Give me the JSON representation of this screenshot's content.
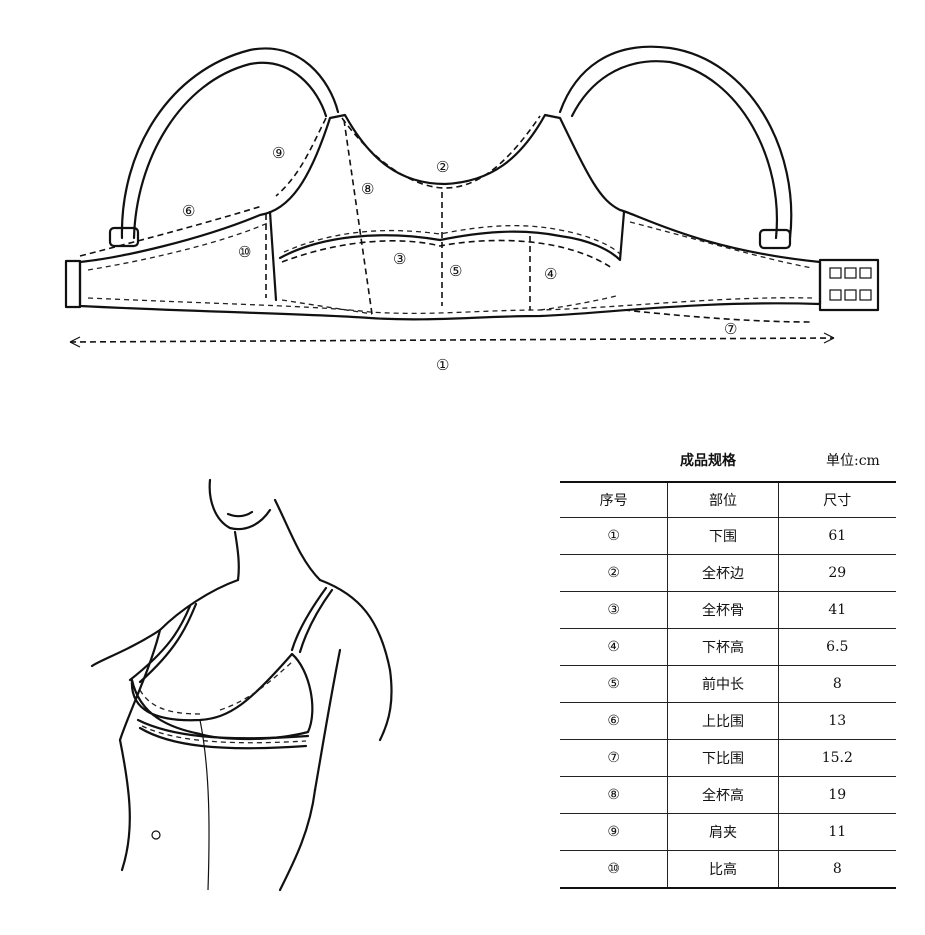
{
  "diagram": {
    "labels": [
      "①",
      "②",
      "③",
      "④",
      "⑤",
      "⑥",
      "⑦",
      "⑧",
      "⑨",
      "⑩"
    ]
  },
  "spec": {
    "title": "成品规格",
    "unit": "单位:cm",
    "headers": {
      "num": "序号",
      "part": "部位",
      "size": "尺寸"
    },
    "rows": [
      {
        "num": "①",
        "part": "下围",
        "size": "61"
      },
      {
        "num": "②",
        "part": "全杯边",
        "size": "29"
      },
      {
        "num": "③",
        "part": "全杯骨",
        "size": "41"
      },
      {
        "num": "④",
        "part": "下杯高",
        "size": "6.5"
      },
      {
        "num": "⑤",
        "part": "前中长",
        "size": "8"
      },
      {
        "num": "⑥",
        "part": "上比围",
        "size": "13"
      },
      {
        "num": "⑦",
        "part": "下比围",
        "size": "15.2"
      },
      {
        "num": "⑧",
        "part": "全杯高",
        "size": "19"
      },
      {
        "num": "⑨",
        "part": "肩夹",
        "size": "11"
      },
      {
        "num": "⑩",
        "part": "比高",
        "size": "8"
      }
    ]
  }
}
